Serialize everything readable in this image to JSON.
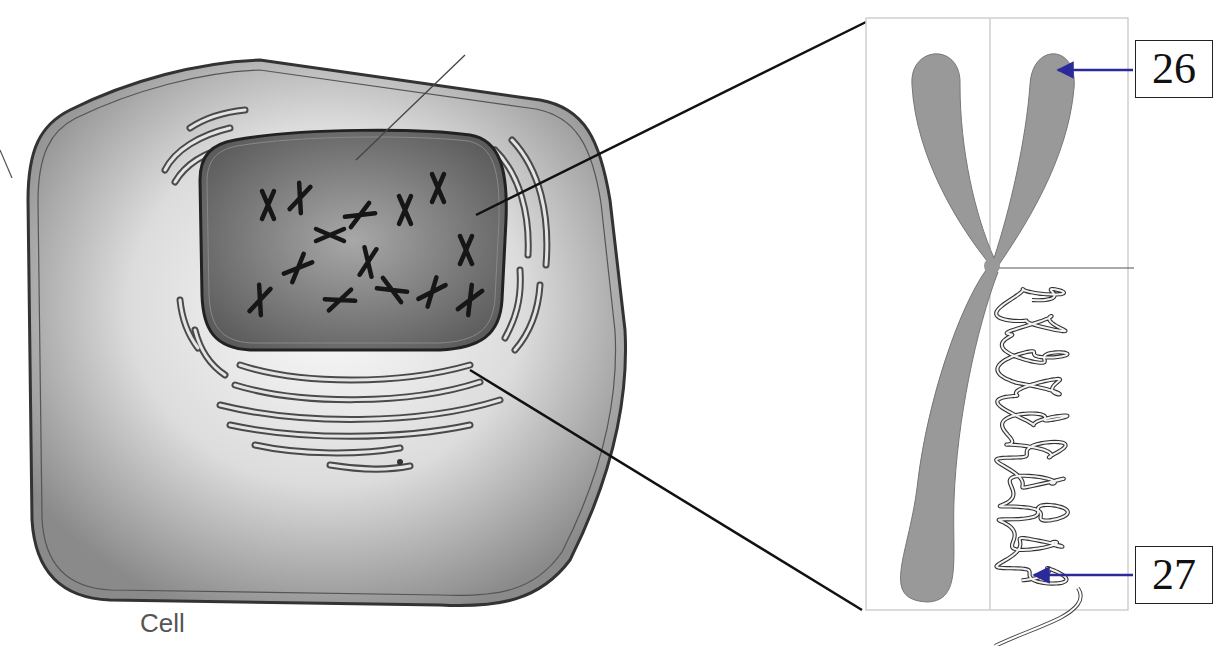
{
  "diagram": {
    "nodes": [
      {
        "text": [
          "26"
        ]
      },
      {
        "text": [
          "27"
        ]
      }
    ],
    "labels": [
      "Cell"
    ]
  }
}
